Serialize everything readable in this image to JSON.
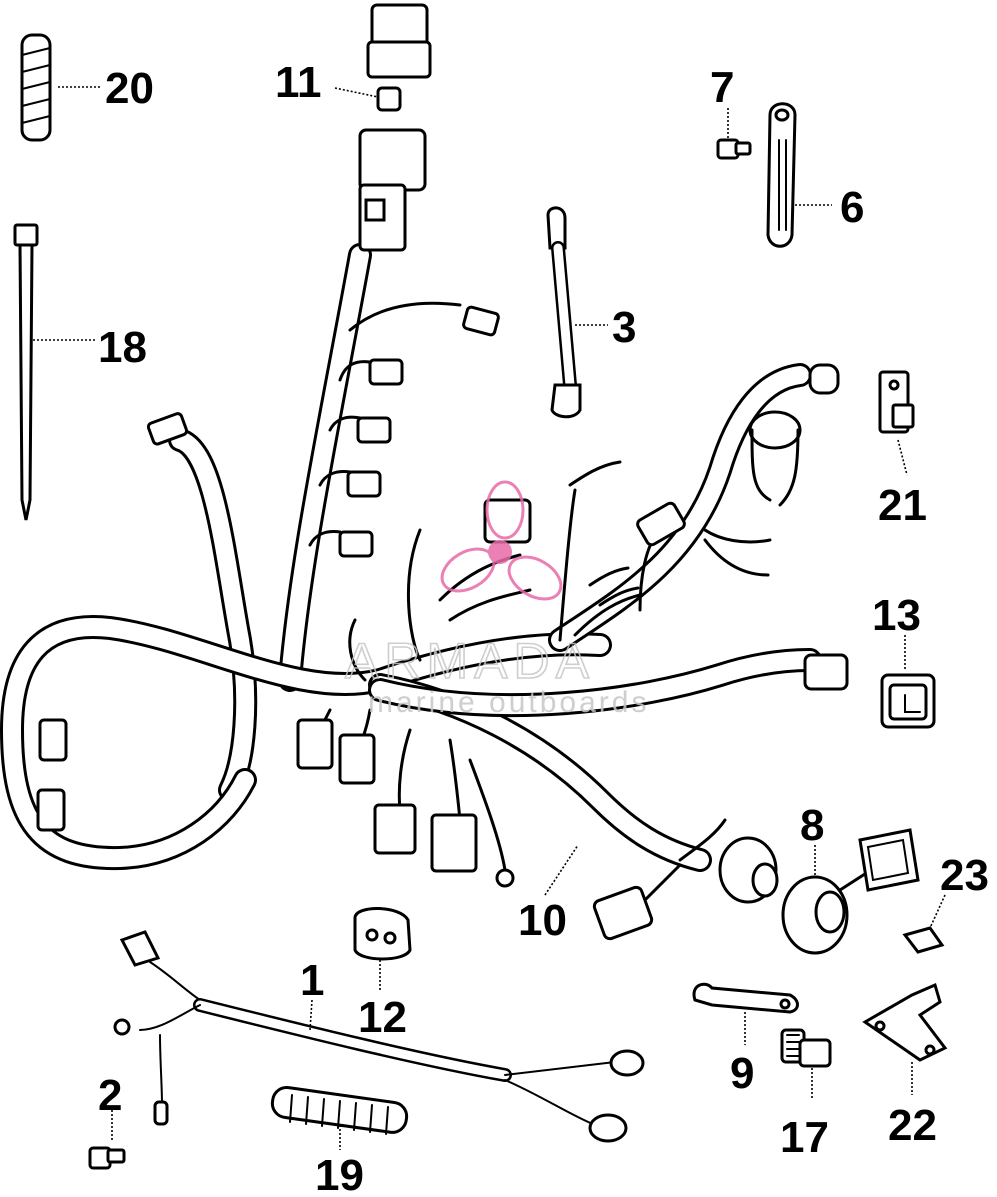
{
  "callouts": [
    "1",
    "2",
    "3",
    "6",
    "7",
    "8",
    "9",
    "10",
    "11",
    "12",
    "13",
    "17",
    "18",
    "19",
    "20",
    "21",
    "22",
    "23"
  ],
  "watermark": {
    "brand": "ARMADA",
    "tagline": "marine outboards",
    "color": "#e86aa8"
  }
}
